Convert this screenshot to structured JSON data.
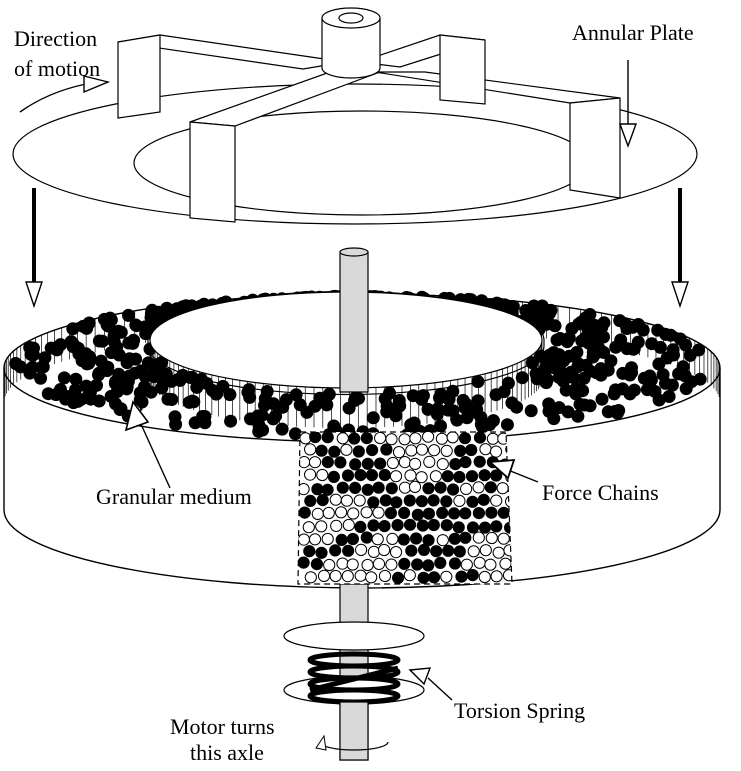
{
  "labels": {
    "direction_line1": "Direction",
    "direction_line2": "of motion",
    "annular_plate": "Annular Plate",
    "granular_medium": "Granular medium",
    "force_chains": "Force Chains",
    "torsion_spring": "Torsion Spring",
    "motor_line1": "Motor turns",
    "motor_line2": "this axle"
  },
  "colors": {
    "ink": "#000000",
    "axle_fill": "#d9d9d9",
    "background": "#ffffff"
  }
}
